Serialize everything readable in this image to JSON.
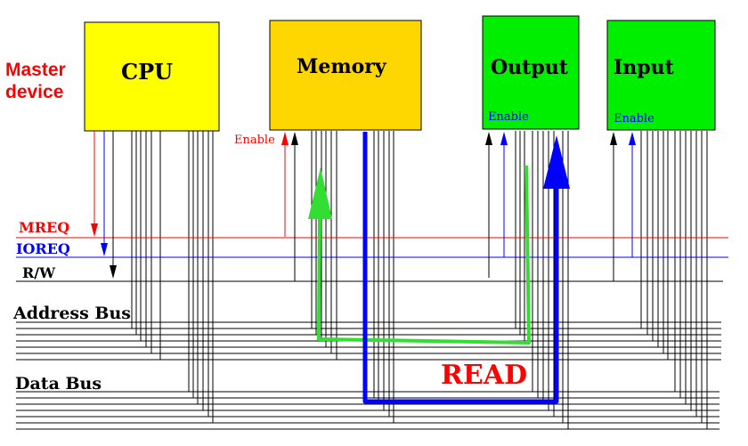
{
  "master_label_line1": "Master",
  "master_label_line2": "device",
  "devices": {
    "cpu": "CPU",
    "memory": "Memory",
    "output": "Output",
    "input": "Input"
  },
  "enable_labels": {
    "memory": "Enable",
    "output": "Enable",
    "input": "Enable"
  },
  "signals": {
    "mreq": "MREQ",
    "ioreq": "IOREQ",
    "rw": "R/W"
  },
  "buses": {
    "address": "Address Bus",
    "data": "Data Bus"
  },
  "operation": "READ",
  "colors": {
    "cpu": "#ffff00",
    "memory": "#ffd700",
    "io": "#00ee00",
    "mreq": "#ff0000",
    "ioreq": "#0000ff",
    "address_path": "#33dd33",
    "data_path": "#0000ff",
    "read": "#ff0000"
  }
}
